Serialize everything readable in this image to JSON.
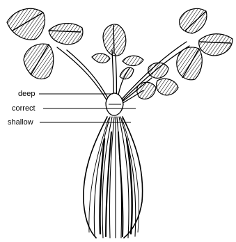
{
  "diagram": {
    "labels": {
      "deep": "deep",
      "correct": "correct",
      "shallow": "shallow"
    }
  }
}
